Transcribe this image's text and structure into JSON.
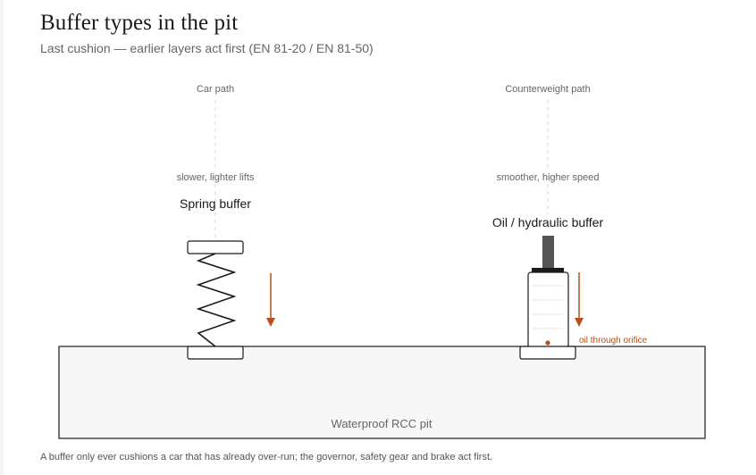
{
  "header": {
    "title": "Buffer types in the pit",
    "subtitle": "Last cushion — earlier layers act first (EN 81-20 / EN 81-50)"
  },
  "diagram": {
    "car_path_label": "Car path",
    "counterweight_path_label": "Counterweight path",
    "spring": {
      "note": "slower, lighter lifts",
      "name": "Spring buffer"
    },
    "oil": {
      "note": "smoother, higher speed",
      "name": "Oil / hydraulic buffer",
      "orifice_label": "oil through orifice"
    },
    "pit_label": "Waterproof RCC pit"
  },
  "footnote": "A buffer only ever cushions a car that has already over-run; the governor, safety gear and brake act first.",
  "colors": {
    "accent": "#b5501c",
    "outline": "#1a1a1a",
    "pit_fill": "#f7f7f7",
    "guide": "#d8d8d8",
    "piston": "#555555"
  }
}
